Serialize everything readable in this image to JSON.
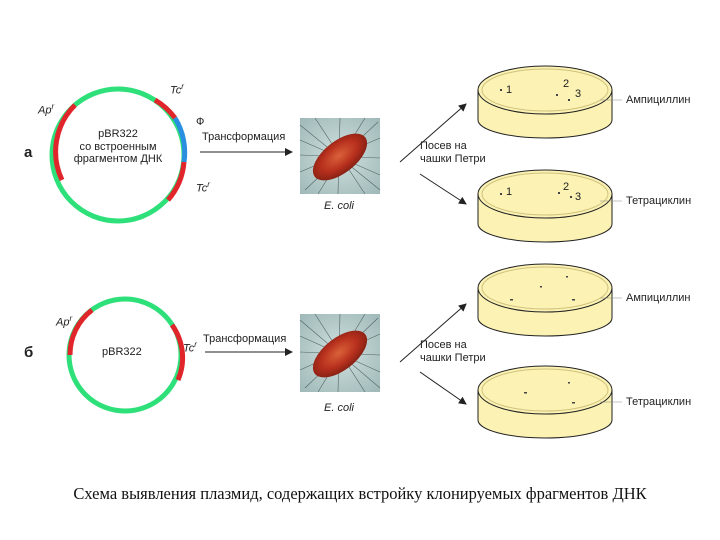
{
  "colors": {
    "green": "#2ee07a",
    "red": "#e0262b",
    "blue": "#2a8fe0",
    "dish_fill": "#fbf2b4",
    "dish_edge": "#222222"
  },
  "panel_a": {
    "letter": "а",
    "plasmid_label": [
      "pBR322",
      "со встроенным",
      "фрагментом ДНК"
    ],
    "apr": "Ap",
    "tcr_top": "Tc",
    "tcr_bottom": "Tc",
    "phi": "Ф",
    "transform": "Трансформация",
    "ecoli": "E. coli",
    "seed": [
      "Посев на",
      "чашки Петри"
    ],
    "dish1_label": "Ампициллин",
    "dish2_label": "Тетрациклин",
    "dish1_colonies": [
      "1",
      "2",
      "3"
    ],
    "dish2_colonies": [
      "1",
      "2",
      "3"
    ]
  },
  "panel_b": {
    "letter": "б",
    "plasmid_label": "pBR322",
    "apr": "Ap",
    "tcr": "Tc",
    "transform": "Трансформация",
    "ecoli": "E. coli",
    "seed": [
      "Посев на",
      "чашки Петри"
    ],
    "dish1_label": "Ампициллин",
    "dish2_label": "Тетрациклин"
  },
  "superscript_r": "r",
  "caption": "Схема выявления плазмид, содержащих встройку клонируемых фрагментов ДНК"
}
